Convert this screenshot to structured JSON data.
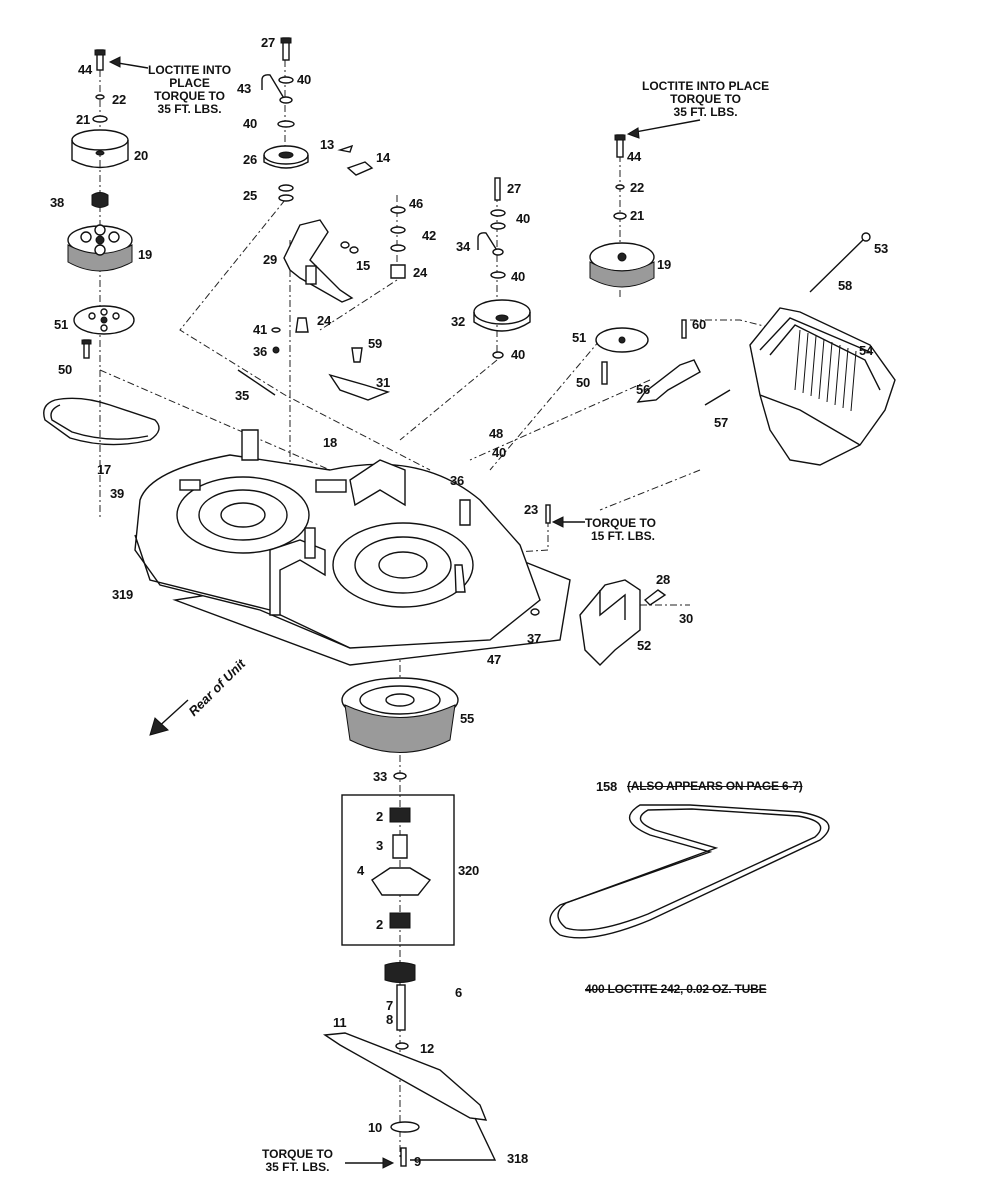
{
  "labels": {
    "p44a": "44",
    "p22a": "22",
    "p21a": "21",
    "p20": "20",
    "p38": "38",
    "p19a": "19",
    "p51a": "51",
    "p50a": "50",
    "p17": "17",
    "p27a": "27",
    "p40a": "40",
    "p43": "43",
    "p40b": "40",
    "p26": "26",
    "p25": "25",
    "p13": "13",
    "p14": "14",
    "p46": "46",
    "p42": "42",
    "p29": "29",
    "p15": "15",
    "p24a": "24",
    "p41": "41",
    "p36a": "36",
    "p24b": "24",
    "p59": "59",
    "p31": "31",
    "p35": "35",
    "p18": "18",
    "p39": "39",
    "p319": "319",
    "p27b": "27",
    "p40c": "40",
    "p34": "34",
    "p40d": "40",
    "p32": "32",
    "p40e": "40",
    "p48": "48",
    "p40f": "40",
    "p36b": "36",
    "p23": "23",
    "p47": "47",
    "p37": "37",
    "p44b": "44",
    "p22b": "22",
    "p21b": "21",
    "p19b": "19",
    "p53": "53",
    "p58": "58",
    "p51b": "51",
    "p60": "60",
    "p50b": "50",
    "p54": "54",
    "p56": "56",
    "p57": "57",
    "p28": "28",
    "p30": "30",
    "p52": "52",
    "p55": "55",
    "p33": "33",
    "p2a": "2",
    "p3": "3",
    "p4": "4",
    "p320": "320",
    "p2b": "2",
    "p6": "6",
    "p7": "7",
    "p8": "8",
    "p11": "11",
    "p12": "12",
    "p10": "10",
    "p9": "9",
    "p318": "318",
    "p158": "158"
  },
  "notes": {
    "loctite_left": [
      "LOCTITE INTO",
      "PLACE",
      "TORQUE TO",
      "35 FT. LBS."
    ],
    "loctite_right": [
      "LOCTITE INTO PLACE",
      "TORQUE TO",
      "35 FT. LBS."
    ],
    "torque_15": [
      "TORQUE TO",
      "15 FT. LBS."
    ],
    "torque_bottom": [
      "TORQUE TO",
      "35 FT. LBS."
    ],
    "belt_note": "(ALSO APPEARS ON PAGE 6-7)",
    "loctite_tube": "400  LOCTITE 242, 0.02 OZ. TUBE",
    "rear_of_unit": "Rear of Unit"
  }
}
